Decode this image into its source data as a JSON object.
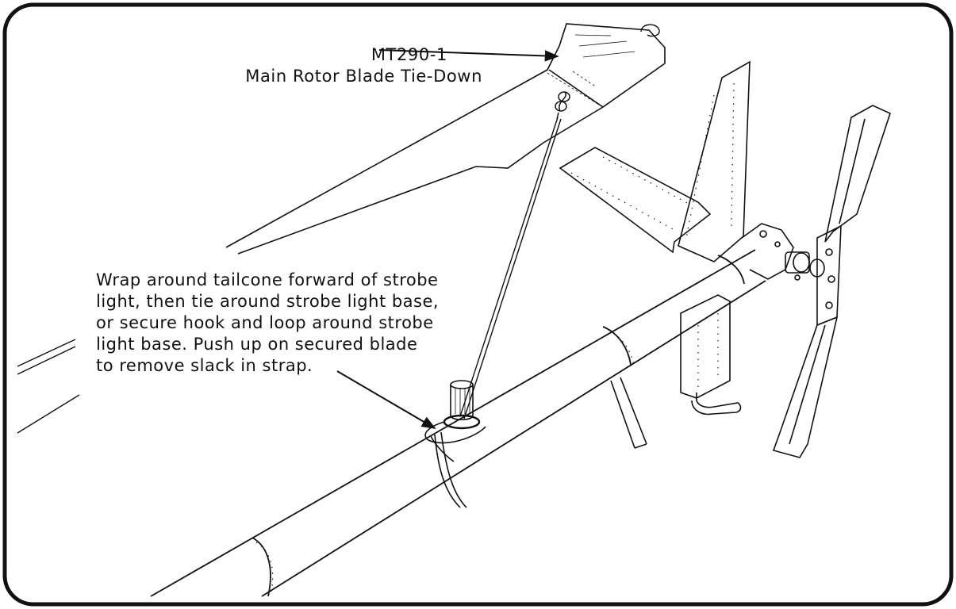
{
  "callouts": {
    "tiedown": {
      "part_number": "MT290-1",
      "description": "Main Rotor Blade Tie-Down"
    },
    "wrap": {
      "lines": [
        "Wrap around tailcone forward of strobe",
        "light, then tie around strobe light base,",
        "or secure hook and loop around strobe",
        "light base.  Push up on secured blade",
        "to remove slack in strap."
      ]
    }
  },
  "colors": {
    "ink": "#111111",
    "background": "#ffffff"
  }
}
